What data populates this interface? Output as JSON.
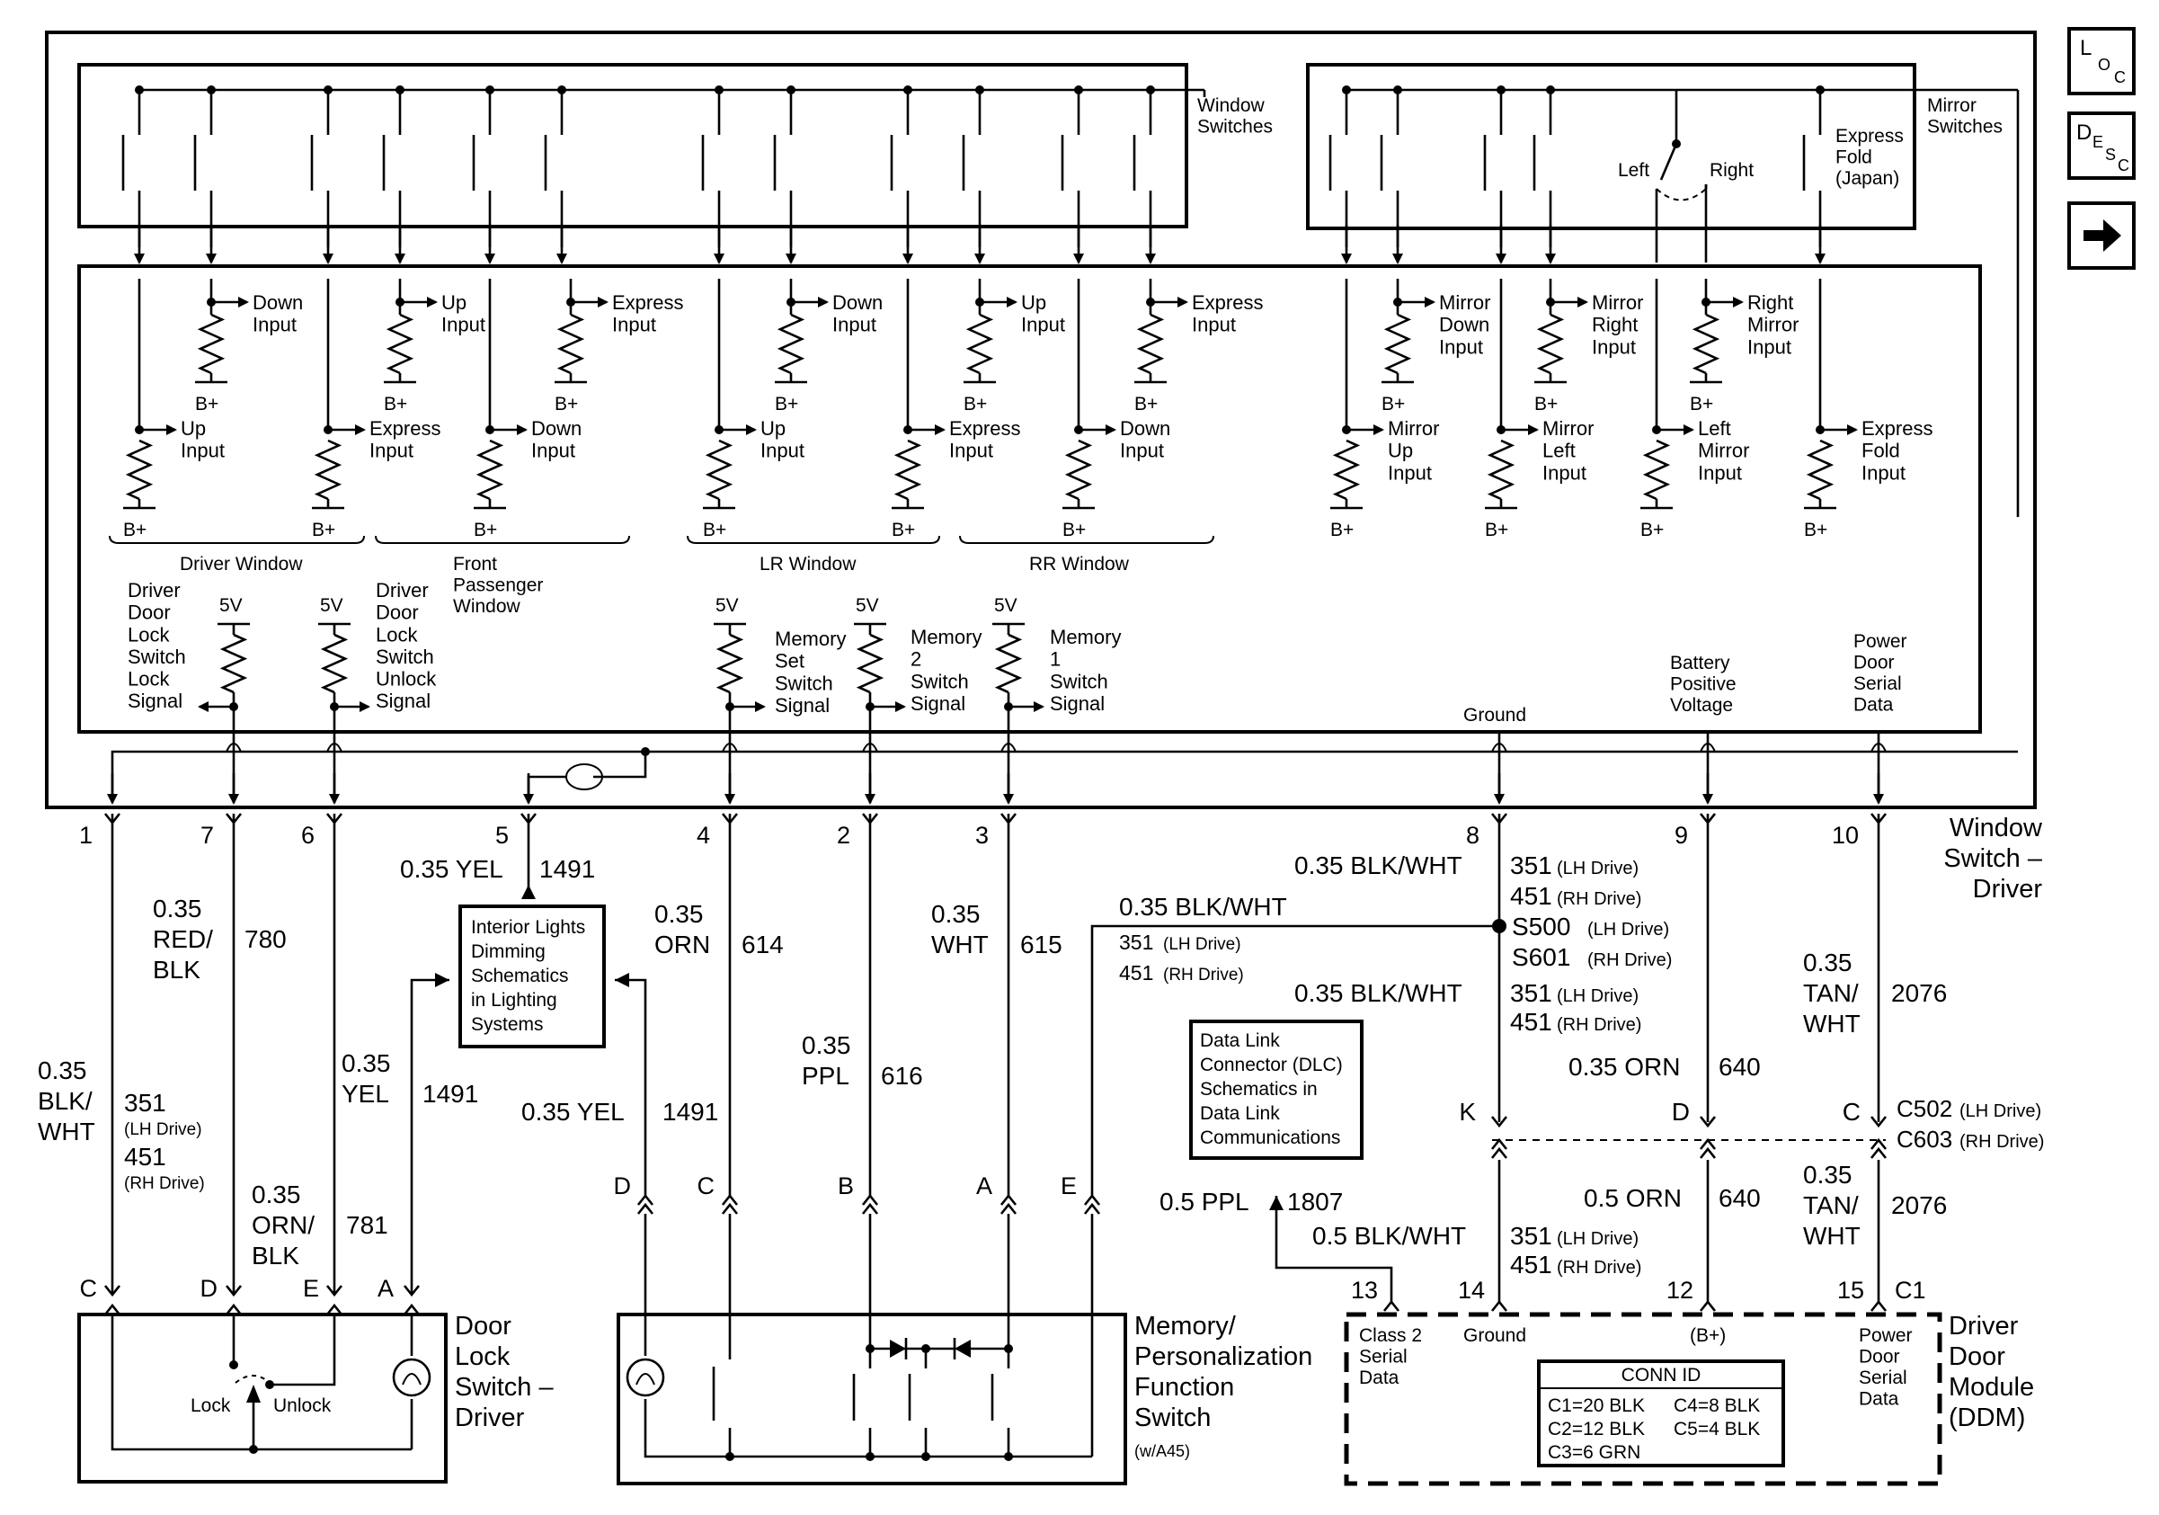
{
  "nav": {
    "loc": {
      "l1": "L",
      "l2": "O",
      "l3": "C"
    },
    "desc": {
      "l1": "D",
      "l2": "E",
      "l3": "S",
      "l4": "C"
    },
    "next_icon": "right-arrow-icon"
  },
  "window_switch_driver": {
    "window_switches_label": "Window\nSwitches",
    "mirror_switches_label": "Mirror\nSwitches",
    "mirror_left": "Left",
    "mirror_right": "Right",
    "express_fold_switch": "Express\nFold\n(Japan)",
    "inputs": [
      "Down\nInput",
      "Up\nInput",
      "Up\nInput",
      "Express\nInput",
      "Express\nInput",
      "Down\nInput",
      "Down\nInput",
      "Up\nInput",
      "Up\nInput",
      "Express\nInput",
      "Express\nInput",
      "Down\nInput",
      "Mirror\nDown\nInput",
      "Mirror\nUp\nInput",
      "Mirror\nRight\nInput",
      "Mirror\nLeft\nInput",
      "Right\nMirror\nInput",
      "Left\nMirror\nInput",
      "Express\nFold\nInput"
    ],
    "supply_b": "B+",
    "supply_5v": "5V",
    "groups": [
      "Driver Window",
      "Front\nPassenger\nWindow",
      "LR Window",
      "RR Window"
    ],
    "signals": {
      "door_lock_lock": "Driver\nDoor\nLock\nSwitch\nLock\nSignal",
      "door_lock_unlock": "Driver\nDoor\nLock\nSwitch\nUnlock\nSignal",
      "memory_set": "Memory\nSet\nSwitch\nSignal",
      "memory_2": "Memory\n2\nSwitch\nSignal",
      "memory_1": "Memory\n1\nSwitch\nSignal",
      "ground": "Ground",
      "battery": "Battery\nPositive\nVoltage",
      "power_door_serial": "Power\nDoor\nSerial\nData"
    },
    "component_name": "Window\nSwitch –\nDriver",
    "pins": [
      "1",
      "7",
      "6",
      "5",
      "4",
      "2",
      "3",
      "8",
      "9",
      "10"
    ]
  },
  "wires": {
    "w1": {
      "size": "0.35\nBLK/\nWHT",
      "circuit": "351",
      "circuit_note": "(LH Drive)",
      "circuit2": "451",
      "circuit2_note": "(RH Drive)"
    },
    "w7": {
      "size": "0.35\nRED/\nBLK",
      "circuit": "780"
    },
    "w6": {
      "size": "0.35\nORN/\nBLK",
      "circuit": "781"
    },
    "w5": {
      "size": "0.35 YEL",
      "circuit": "1491"
    },
    "w5a": {
      "size": "0.35\nYEL",
      "circuit": "1491"
    },
    "w5d": {
      "size": "0.35 YEL",
      "circuit": "1491"
    },
    "w4": {
      "size": "0.35\nORN",
      "circuit": "614"
    },
    "w2": {
      "size": "0.35\nPPL",
      "circuit": "616"
    },
    "w3": {
      "size": "0.35\nWHT",
      "circuit": "615"
    },
    "w8": {
      "size": "0.35 BLK/WHT",
      "c1": "351",
      "c1_note": "(LH Drive)",
      "c2": "451",
      "c2_note": "(RH Drive)"
    },
    "w_ground_branch": {
      "size": "0.35 BLK/WHT",
      "c1": "351",
      "c1_note": "(LH Drive)",
      "c2": "451",
      "c2_note": "(RH Drive)"
    },
    "splice1": {
      "name": "S500",
      "note": "(LH Drive)"
    },
    "splice2": {
      "name": "S601",
      "note": "(RH Drive)"
    },
    "w8b": {
      "size": "0.35 BLK/WHT",
      "c1": "351",
      "c1_note": "(LH Drive)",
      "c2": "451",
      "c2_note": "(RH Drive)"
    },
    "w9": {
      "size": "0.35 ORN",
      "circuit": "640"
    },
    "w10": {
      "size": "0.35\nTAN/\nWHT",
      "circuit": "2076"
    },
    "w_k": {
      "size": "0.5 BLK/WHT",
      "c1": "351",
      "c1_note": "(LH Drive)",
      "c2": "451",
      "c2_note": "(RH Drive)"
    },
    "w_d": {
      "size": "0.5 ORN",
      "circuit": "640"
    },
    "w_c": {
      "size": "0.35\nTAN/\nWHT",
      "circuit": "2076"
    },
    "w13": {
      "size": "0.5 PPL",
      "circuit": "1807"
    }
  },
  "connectors": {
    "c502": "C502",
    "c502_note": "(LH Drive)",
    "c603": "C603",
    "c603_note": "(RH Drive)",
    "inline_pins": [
      "K",
      "D",
      "C"
    ],
    "door_lock_pins": [
      "C",
      "D",
      "E",
      "A"
    ],
    "memory_pins": [
      "D",
      "C",
      "B",
      "A",
      "E"
    ],
    "ddm_pins": [
      "13",
      "14",
      "12",
      "15"
    ],
    "ddm_conn": "C1"
  },
  "refs": {
    "interior_lights": "Interior Lights\nDimming\nSchematics\nin Lighting\nSystems",
    "dlc": "Data Link\nConnector (DLC)\nSchematics in\nData Link\nCommunications"
  },
  "door_lock_switch": {
    "name": "Door\nLock\nSwitch –\nDriver",
    "lock": "Lock",
    "unlock": "Unlock"
  },
  "memory_switch": {
    "name": "Memory/\nPersonalization\nFunction\nSwitch",
    "note": "(w/A45)"
  },
  "ddm": {
    "name": "Driver\nDoor\nModule\n(DDM)",
    "class2": "Class 2\nSerial\nData",
    "ground": "Ground",
    "bplus": "(B+)",
    "power_serial": "Power\nDoor\nSerial\nData",
    "conn_id_title": "CONN ID",
    "conn_ids": [
      "C1=20 BLK",
      "C4=8 BLK",
      "C2=12 BLK",
      "C5=4 BLK",
      "C3=6 GRN"
    ]
  }
}
